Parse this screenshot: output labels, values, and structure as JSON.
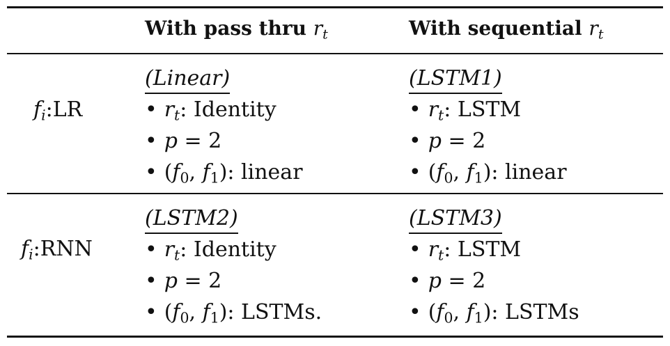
{
  "header": {
    "col1_text": "With pass thru ",
    "col1_var": "r",
    "col1_sub": "t",
    "col2_text": "With sequential ",
    "col2_var": "r",
    "col2_sub": "t"
  },
  "rows": [
    {
      "label_var": "f",
      "label_sub": "i",
      "label_text": ":LR",
      "cells": [
        {
          "title": "(Linear)",
          "rt_value": "Identity",
          "p_value": "2",
          "f_value": "linear"
        },
        {
          "title": "(LSTM1)",
          "rt_value": "LSTM",
          "p_value": "2",
          "f_value": "linear"
        }
      ]
    },
    {
      "label_var": "f",
      "label_sub": "i",
      "label_text": ":RNN",
      "cells": [
        {
          "title": "(LSTM2)",
          "rt_value": "Identity",
          "p_value": "2",
          "f_value": "LSTMs."
        },
        {
          "title": "(LSTM3)",
          "rt_value": "LSTM",
          "p_value": "2",
          "f_value": "LSTMs"
        }
      ]
    }
  ],
  "symbols": {
    "bullet": "•",
    "rt_var": "r",
    "rt_sub": "t",
    "rt_colon": ": ",
    "p_var": "p",
    "equals": " = ",
    "f_open": "(",
    "f0_var": "f",
    "f0_sub": "0",
    "comma": ", ",
    "f1_var": "f",
    "f1_sub": "1",
    "f_close": "): "
  }
}
